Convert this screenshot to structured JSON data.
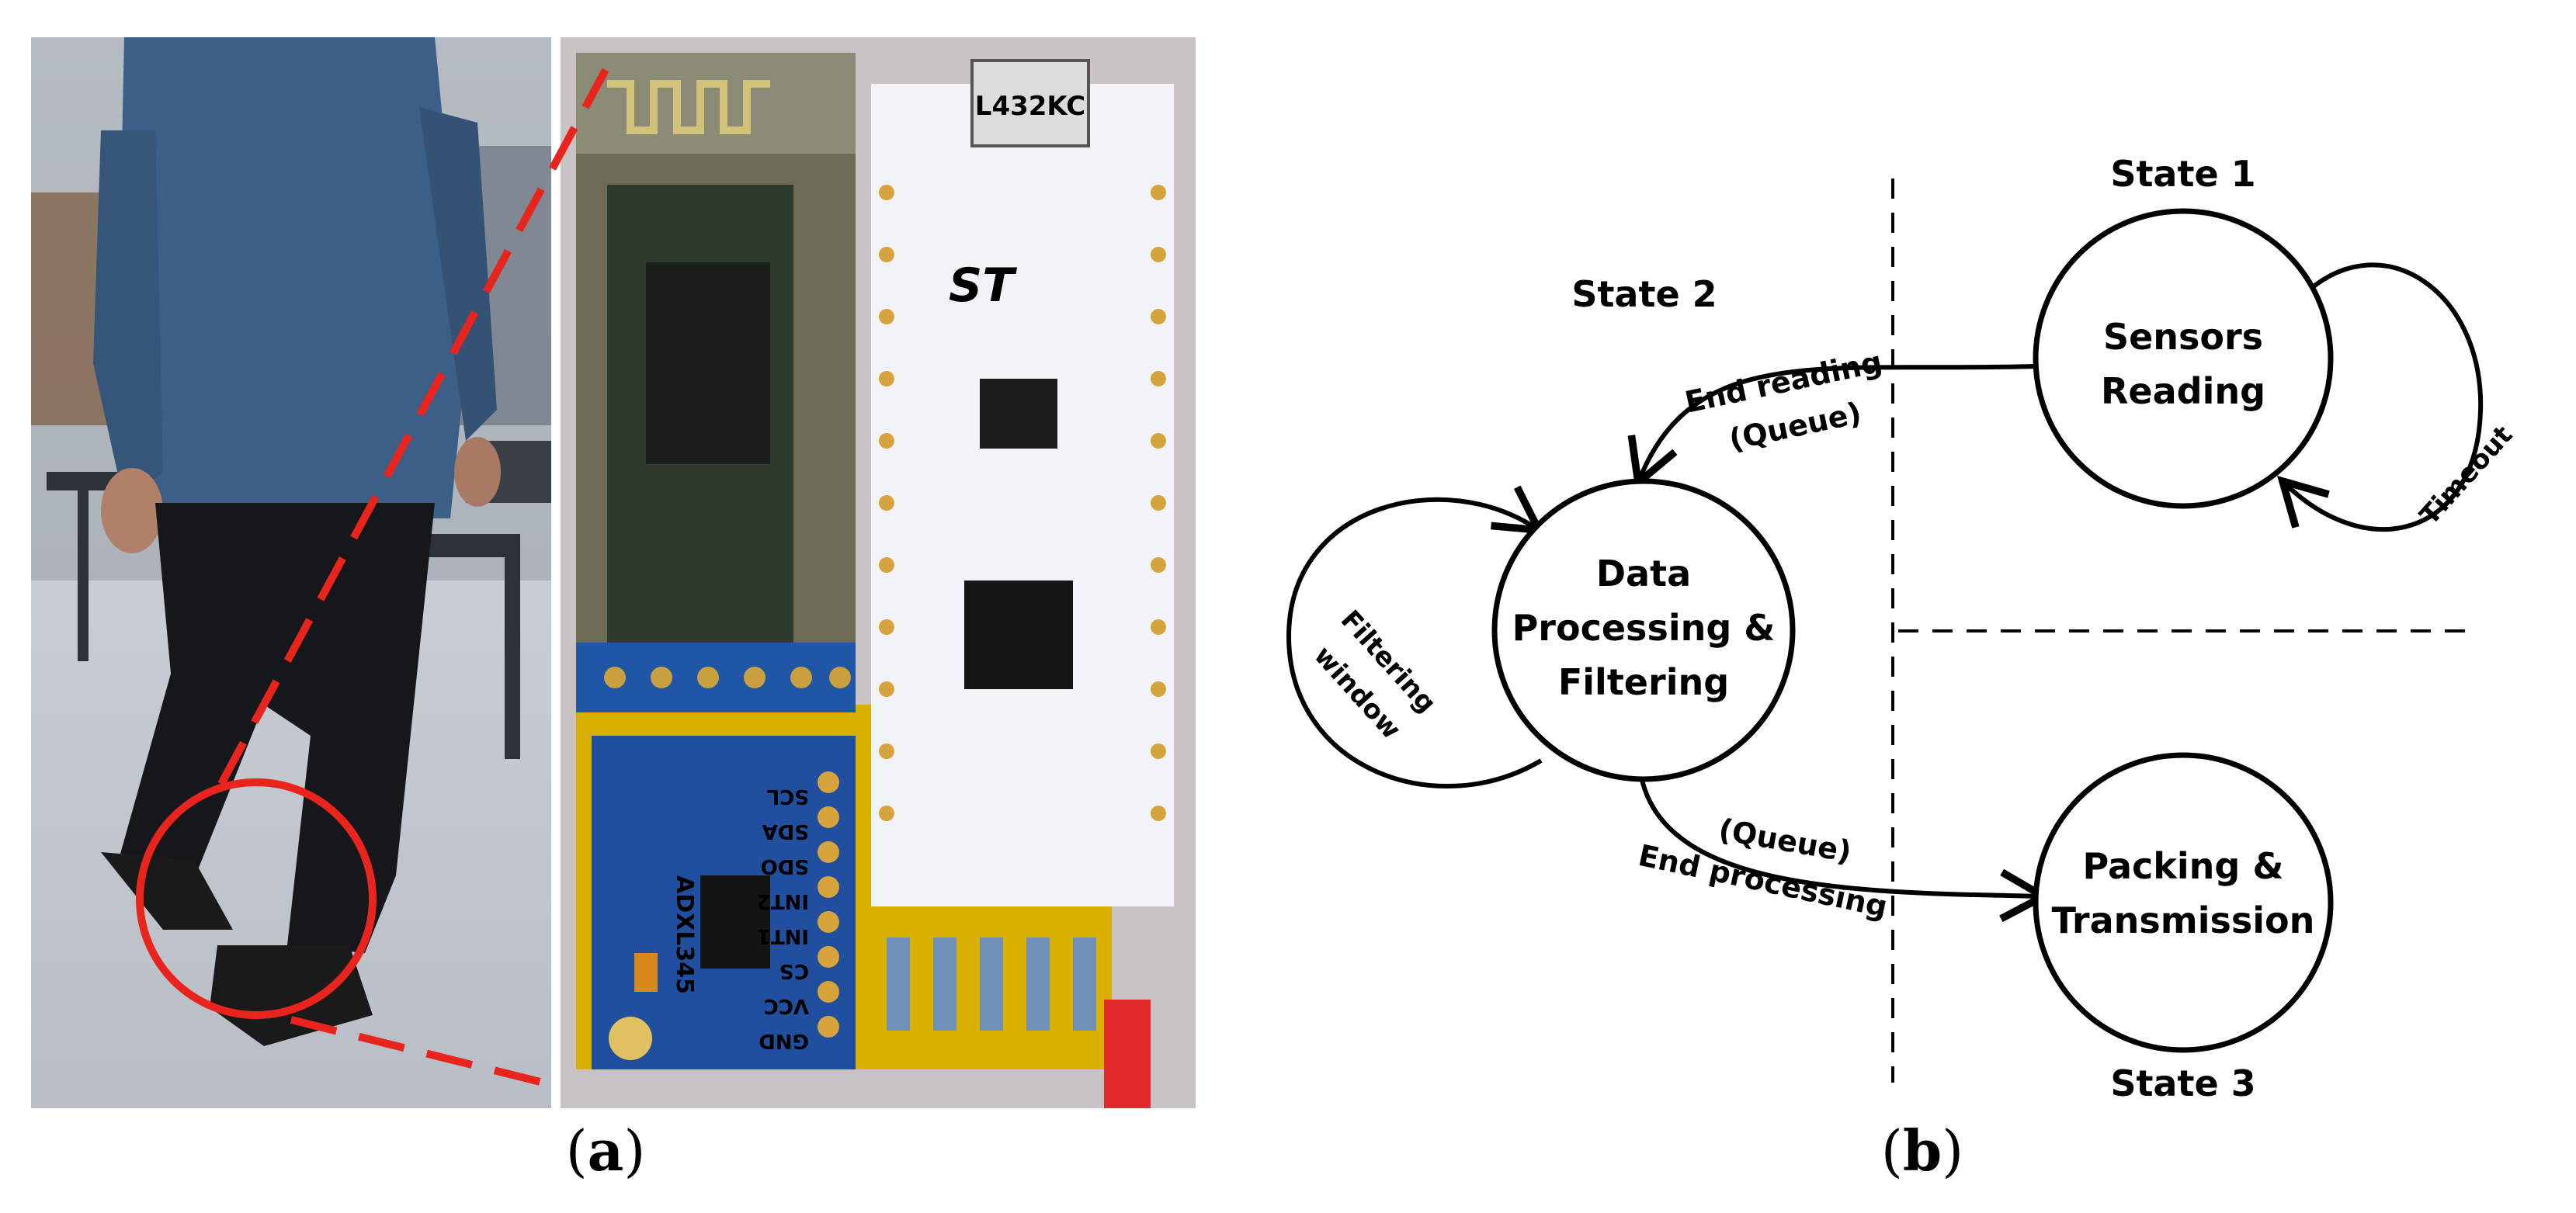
{
  "captions": {
    "a_open": "(",
    "a_letter": "a",
    "a_close": ")",
    "b_open": "(",
    "b_letter": "b",
    "b_close": ")"
  },
  "board": {
    "chip_label": "L432KC",
    "sensor_label": "ADXL345",
    "sensor_pins": [
      "SCL",
      "SDA",
      "SDO",
      "INT2",
      "INT1",
      "CS",
      "VCC",
      "GND"
    ],
    "logo_text": "ST"
  },
  "diagram": {
    "states": {
      "state1": {
        "title": "State 1",
        "line1": "Sensors",
        "line2": "Reading"
      },
      "state2": {
        "title": "State 2",
        "line1": "Data",
        "line2": "Processing &",
        "line3": "Filtering"
      },
      "state3": {
        "title": "State 3",
        "line1": "Packing &",
        "line2": "Transmission"
      }
    },
    "transitions": {
      "end_reading": "End reading",
      "end_reading_queue": "(Queue)",
      "end_processing": "End processing",
      "end_processing_queue": "(Queue)",
      "timeout": "Timeout",
      "filtering_1": "Filtering",
      "filtering_2": "window"
    }
  },
  "colors": {
    "highlight": "#e8241c",
    "board_blue": "#1d6fd1",
    "sensor_blue": "#1f4f9e",
    "pcb_green": "#3f7a4f"
  }
}
